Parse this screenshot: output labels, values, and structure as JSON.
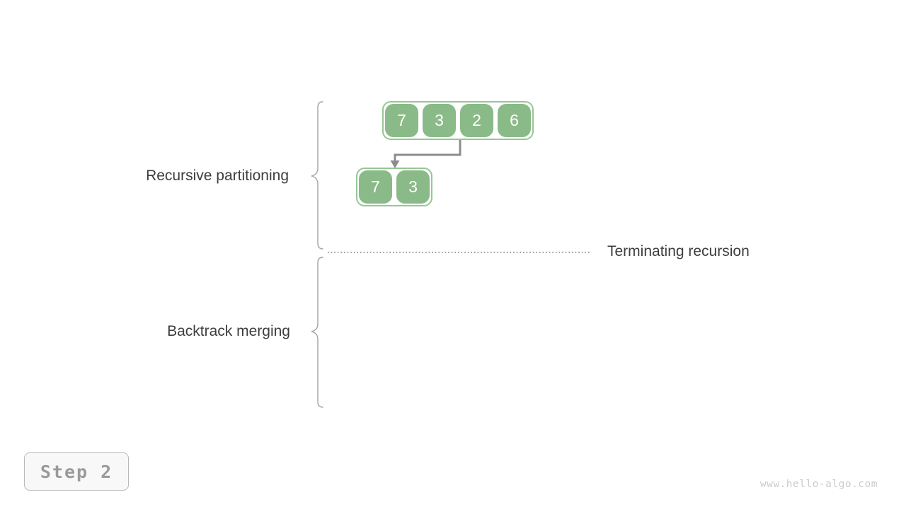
{
  "diagram": {
    "labels": {
      "recursive_partitioning": "Recursive partitioning",
      "backtrack_merging": "Backtrack merging",
      "terminating_recursion": "Terminating recursion"
    },
    "arrays": [
      {
        "id": "array-full",
        "values": [
          "7",
          "3",
          "2",
          "6"
        ]
      },
      {
        "id": "array-left-half",
        "values": [
          "7",
          "3"
        ]
      }
    ],
    "step_badge": "Step 2",
    "watermark": "www.hello-algo.com",
    "colors": {
      "cell_fill": "#8aba88",
      "array_border": "#96c794",
      "arrow": "#8c8c8c",
      "brace": "#a3a3a3",
      "dotted": "#8f8f8f",
      "label_text": "#3d3d3d",
      "badge_text": "#9a9a9a",
      "badge_border": "#b9b9b9",
      "badge_bg": "#f8f8f8",
      "watermark": "#cccccc"
    }
  }
}
